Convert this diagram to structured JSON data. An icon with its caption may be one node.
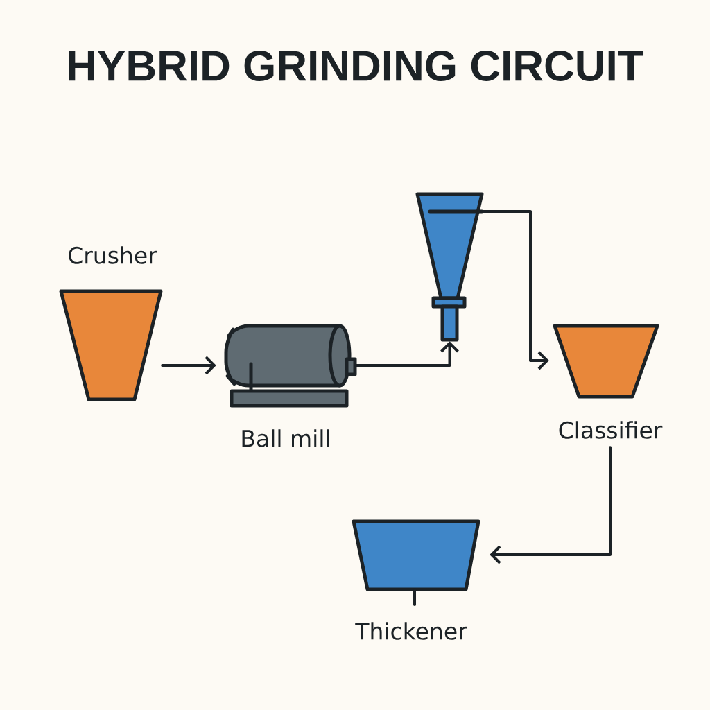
{
  "diagram": {
    "title": "HYBRID GRINDING CIRCUIT",
    "nodes": [
      {
        "text": [
          "Crusher"
        ]
      },
      {
        "text": [
          "Ball mill"
        ]
      },
      {
        "text": [],
        "shape": "cone"
      },
      {
        "text": [
          "Classifier"
        ]
      },
      {
        "text": [
          "Thickener"
        ]
      }
    ],
    "edges": [
      {
        "from": 0,
        "to": 1,
        "arrow": "to"
      },
      {
        "from": 1,
        "to": 2,
        "arrow": "to"
      },
      {
        "from": 2,
        "to": 3,
        "arrow": "to"
      },
      {
        "from": 3,
        "to": 4,
        "arrow": "to"
      }
    ]
  }
}
